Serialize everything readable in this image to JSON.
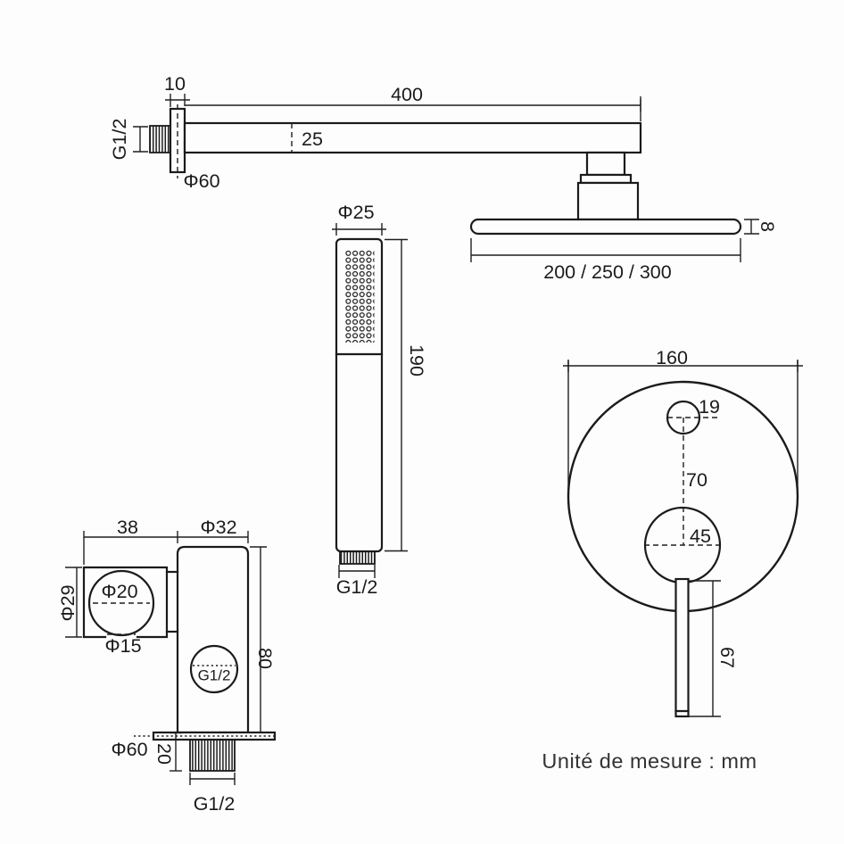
{
  "unit_note": "Unité de mesure : mm",
  "arm": {
    "flange_thickness": "10",
    "length": "400",
    "bar_height": "25",
    "inlet_thread": "G1/2",
    "flange_diameter": "Φ60"
  },
  "head": {
    "diameter_options": "200 / 250 / 300",
    "thickness": "8"
  },
  "handshower": {
    "diameter": "Φ25",
    "length": "190",
    "thread": "G1/2"
  },
  "mixer": {
    "plate_diameter": "160",
    "button_diameter": "19",
    "center_spacing": "70",
    "handle_diameter": "45",
    "lever_length": "67"
  },
  "outlet": {
    "holder_width": "38",
    "body_width": "Φ32",
    "holder_height": "Φ29",
    "cradle_diameter": "Φ20",
    "opening_diameter": "Φ15",
    "body_height": "80",
    "port_thread": "G1/2",
    "flange_diameter": "Φ60",
    "thread_length": "20",
    "outlet_thread": "G1/2"
  }
}
